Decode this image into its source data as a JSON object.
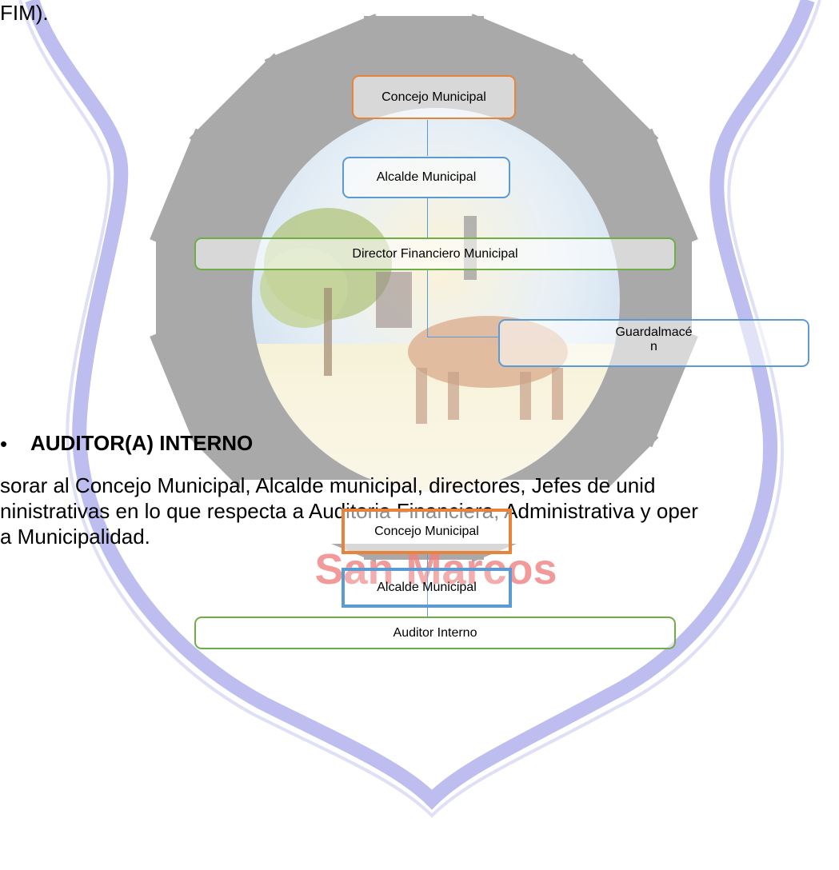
{
  "intro_fragment": "FIM).",
  "chart1": {
    "concejo": "Concejo Municipal",
    "alcalde": "Alcalde Municipal",
    "director": "Director Financiero Municipal",
    "guard_line1": "Guardalmacé",
    "guard_line2": "n"
  },
  "section": {
    "bullet": "•",
    "heading": "AUDITOR(A) INTERNO",
    "line1": "sorar al Concejo Municipal, Alcalde municipal, directores, Jefes de unid",
    "line2": "ninistrativas en lo que respecta a Auditoria Financiera, Administrativa y oper",
    "line3": "a Municipalidad."
  },
  "chart2": {
    "concejo": "Concejo Municipal",
    "alcalde": "Alcalde Municipal",
    "auditor": "Auditor Interno"
  },
  "watermark_text": "San Marcos",
  "colors": {
    "orange": "#e8843a",
    "blue": "#5b9bd5",
    "green": "#70ad47",
    "gear": "#a6a6a6",
    "shield": "#b6b6ee",
    "watermark_red": "#f08080"
  }
}
